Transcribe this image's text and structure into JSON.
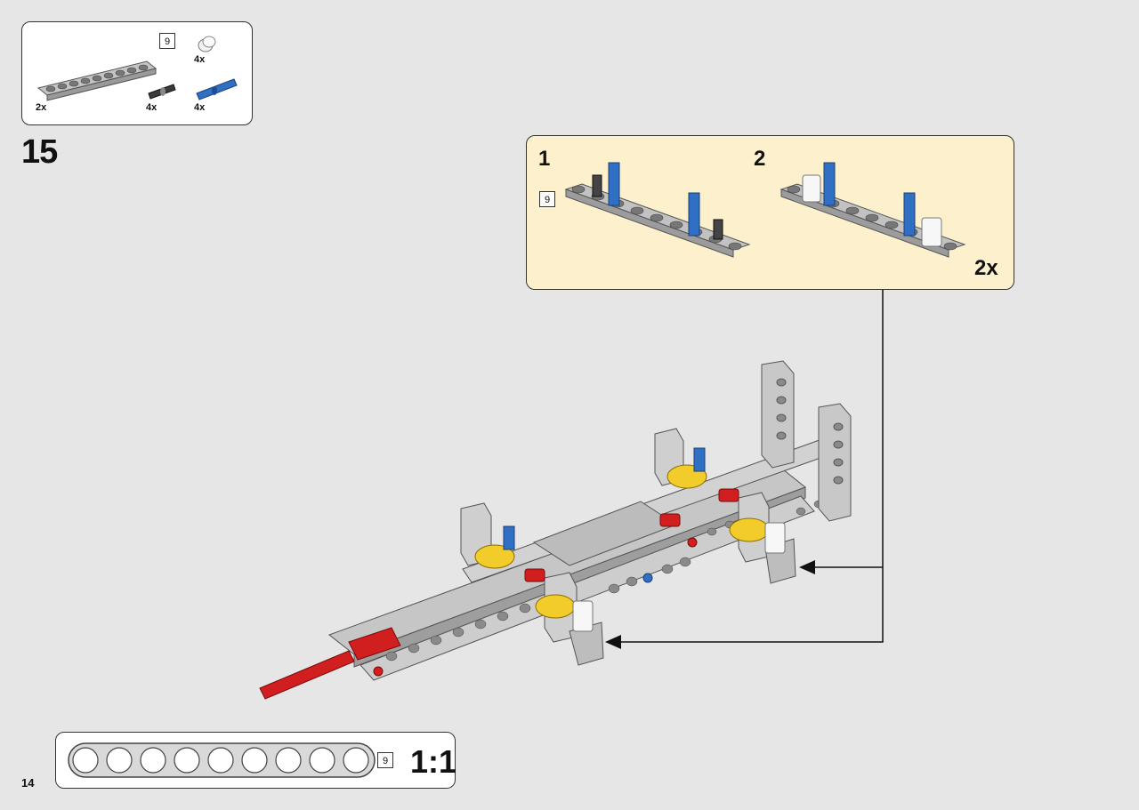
{
  "step": {
    "number": "15"
  },
  "parts_list": {
    "items": [
      {
        "name": "beam-9",
        "length_label": "9",
        "qty": "2x"
      },
      {
        "name": "bush",
        "qty": "4x"
      },
      {
        "name": "friction-pin-black",
        "qty": "4x"
      },
      {
        "name": "axle-pin-blue",
        "qty": "4x"
      }
    ]
  },
  "substeps": {
    "step1": {
      "number": "1",
      "length_label": "9"
    },
    "step2": {
      "number": "2",
      "multiplier": "2x"
    }
  },
  "ruler": {
    "length_label": "9",
    "scale": "1:1"
  },
  "page": {
    "number": "14"
  },
  "colors": {
    "page_bg": "#e6e6e6",
    "callout_bg": "#fcf1cc",
    "beam_gray": "#b8b8b8",
    "blue": "#2f6fc4",
    "red": "#d11f1f",
    "yellow": "#f2cc2a"
  }
}
